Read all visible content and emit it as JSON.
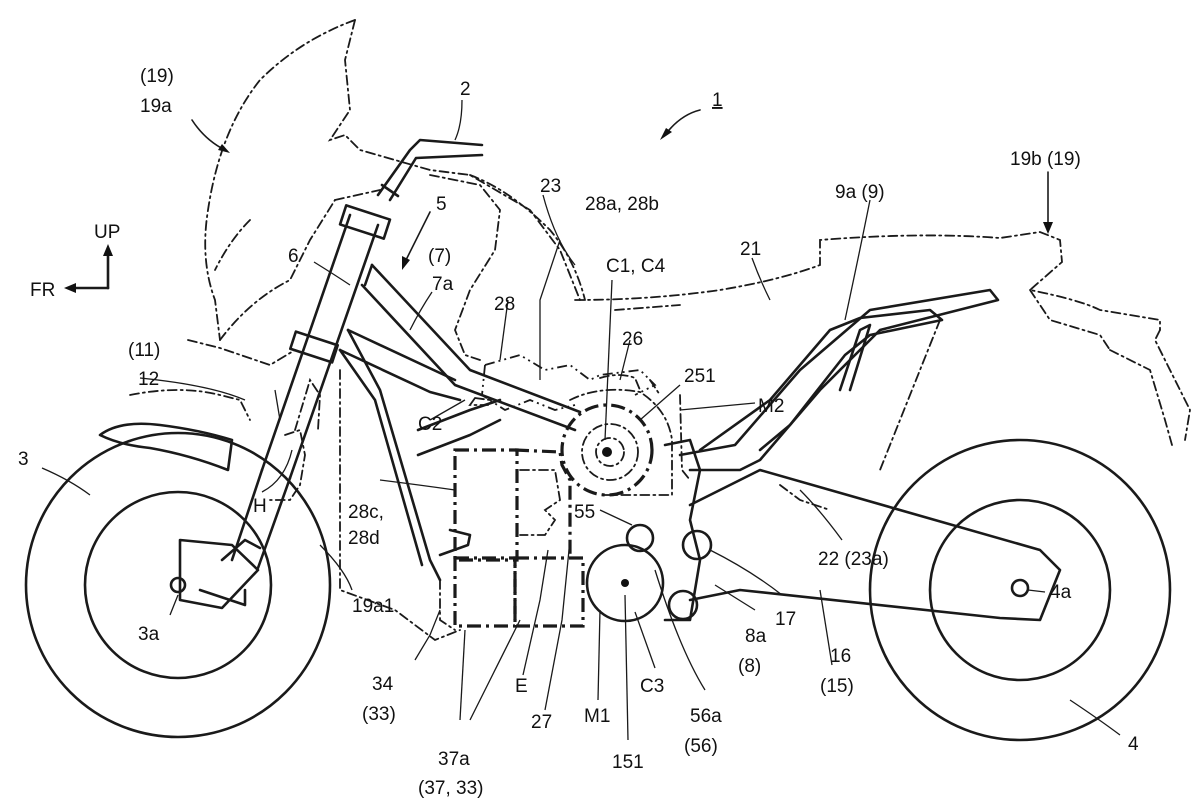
{
  "labels": {
    "l1": "1",
    "l2": "2",
    "l3": "3",
    "l3a": "3a",
    "l4": "4",
    "l4a": "4a",
    "l5": "5",
    "l6": "6",
    "l7": "(7)",
    "l7a": "7a",
    "l8a": "8a",
    "l8": "(8)",
    "l9a": "9a (9)",
    "l11": "(11)",
    "l12": "12",
    "l16": "16",
    "l15": "(15)",
    "l17": "17",
    "l19": "(19)",
    "l19a": "19a",
    "l19a1": "19a1",
    "l19b": "19b (19)",
    "l21": "21",
    "l22": "22 (23a)",
    "l23": "23",
    "l26": "26",
    "l27": "27",
    "l28": "28",
    "l28ab": "28a, 28b",
    "l28c": "28c,",
    "l28d": "28d",
    "l34": "34",
    "l33": "(33)",
    "l37a": "37a",
    "l3733": "(37, 33)",
    "l55": "55",
    "l56a": "56a",
    "l56": "(56)",
    "l151": "151",
    "l251": "251",
    "lC1C4": "C1, C4",
    "lC2": "C2",
    "lC3": "C3",
    "lE": "E",
    "lH": "H",
    "lM1": "M1",
    "lM2": "M2",
    "lUP": "UP",
    "lFR": "FR"
  }
}
